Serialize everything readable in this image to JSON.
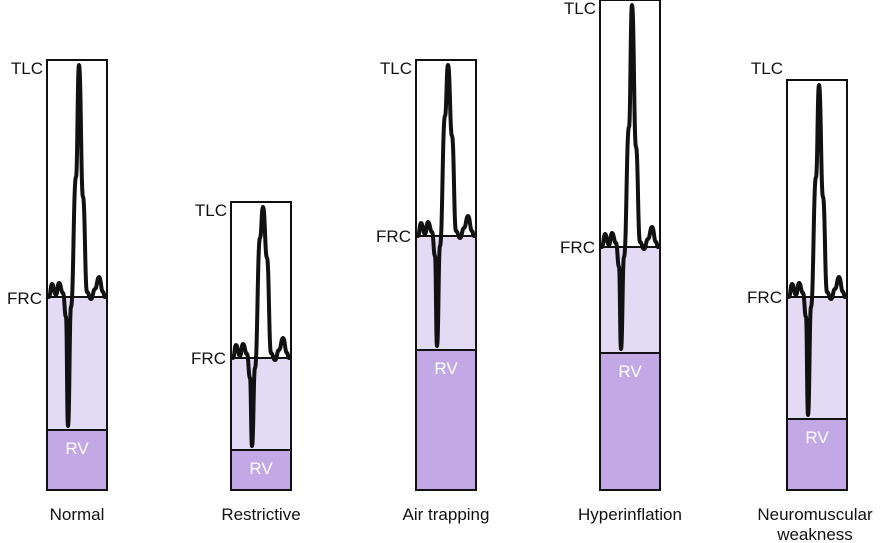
{
  "labels": {
    "tlc": "TLC",
    "frc": "FRC",
    "rv": "RV"
  },
  "colors": {
    "frc_zone": "#e3dbf3",
    "rv_zone": "#c3a8e6",
    "outline": "#111111",
    "rv_text": "#ffffff"
  },
  "panels": [
    {
      "caption_lines": [
        "Normal"
      ]
    },
    {
      "caption_lines": [
        "Restrictive"
      ]
    },
    {
      "caption_lines": [
        "Air trapping"
      ]
    },
    {
      "caption_lines": [
        "Hyperinflation"
      ]
    },
    {
      "caption_lines": [
        "Neuromuscular",
        "weakness"
      ]
    }
  ]
}
